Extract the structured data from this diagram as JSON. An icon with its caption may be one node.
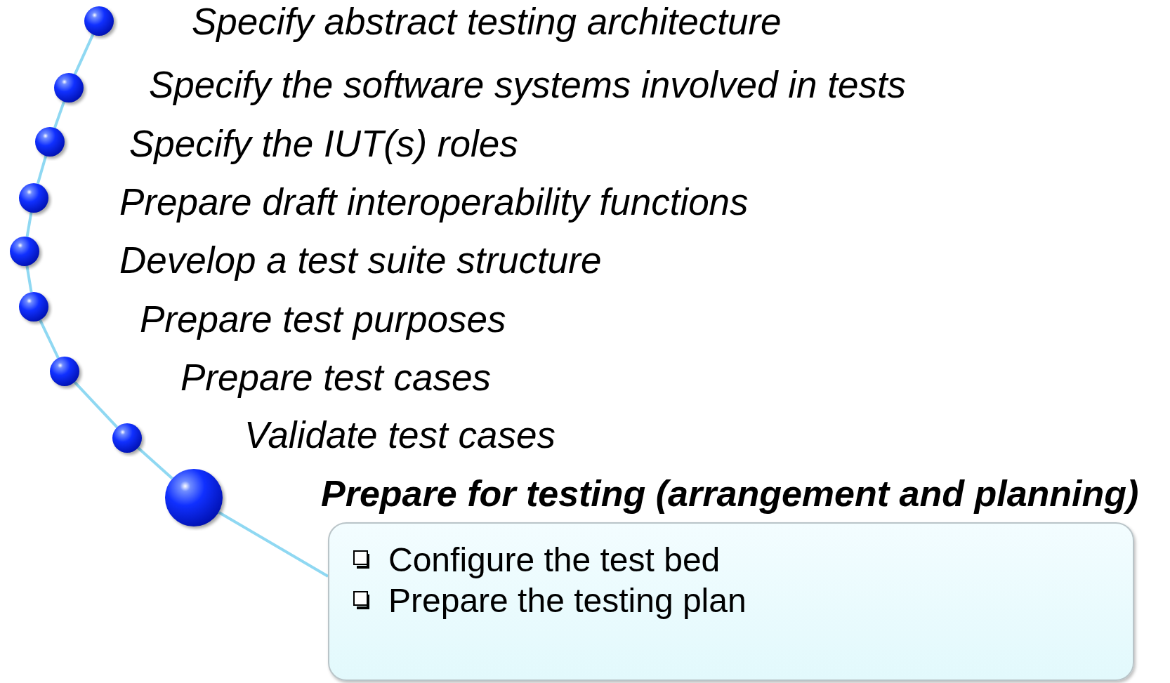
{
  "diagram": {
    "nodes": [
      {
        "text": [],
        "shape": "circle"
      },
      {
        "text": [],
        "shape": "circle"
      },
      {
        "text": [],
        "shape": "circle"
      },
      {
        "text": [],
        "shape": "circle"
      },
      {
        "text": [],
        "shape": "circle"
      },
      {
        "text": [],
        "shape": "circle"
      },
      {
        "text": [],
        "shape": "circle"
      },
      {
        "text": [],
        "shape": "circle"
      },
      {
        "text": [],
        "shape": "circle"
      },
      {
        "text": [
          "Configure the test bed",
          "Prepare the testing plan"
        ]
      }
    ],
    "edges": [
      {
        "from": 0,
        "to": 1,
        "arrow": "none"
      },
      {
        "from": 1,
        "to": 2,
        "arrow": "none"
      },
      {
        "from": 2,
        "to": 3,
        "arrow": "none"
      },
      {
        "from": 3,
        "to": 4,
        "arrow": "none"
      },
      {
        "from": 4,
        "to": 5,
        "arrow": "none"
      },
      {
        "from": 5,
        "to": 6,
        "arrow": "none"
      },
      {
        "from": 6,
        "to": 7,
        "arrow": "none"
      },
      {
        "from": 7,
        "to": 8,
        "arrow": "none"
      },
      {
        "from": 8,
        "to": 9,
        "arrow": "none"
      }
    ],
    "labels": [
      "Specify abstract testing architecture",
      "Specify the software systems involved in tests",
      "Specify the IUT(s) roles",
      "Prepare draft interoperability functions",
      "Develop a test suite structure",
      "Prepare test purposes",
      "Prepare test cases",
      "Validate test cases",
      "Prepare for testing (arrangement and planning)"
    ]
  }
}
